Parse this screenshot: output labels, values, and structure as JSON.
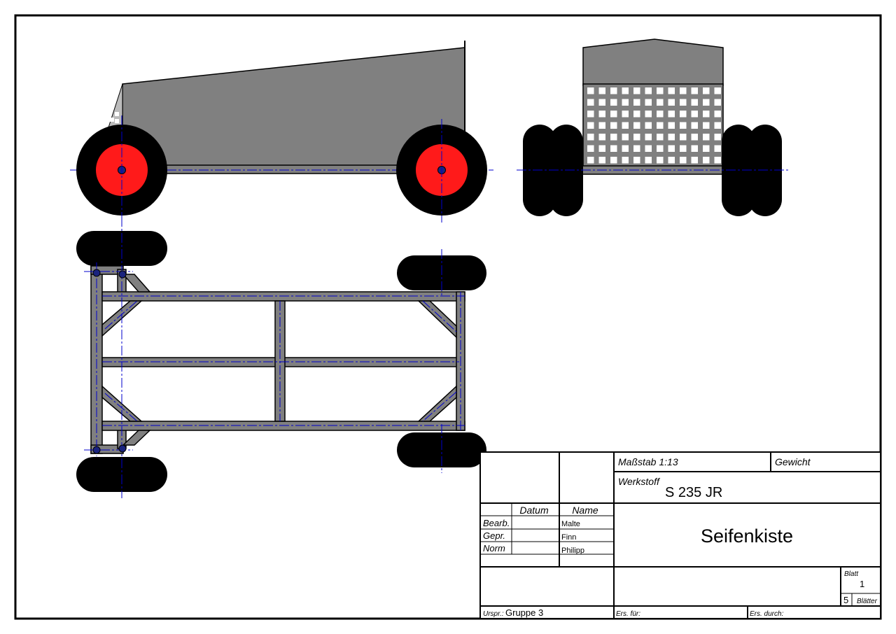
{
  "title_block": {
    "scale": "Maßstab 1:13",
    "weight_label": "Gewicht",
    "material_label": "Werkstoff",
    "material": "S 235 JR",
    "title": "Seifenkiste",
    "col_date": "Datum",
    "col_name": "Name",
    "rows": [
      {
        "role": "Bearb.",
        "name": "Malte"
      },
      {
        "role": "Gepr.",
        "name": "Finn"
      },
      {
        "role": "Norm",
        "name": "Philipp"
      }
    ],
    "sheet_label": "Blatt",
    "sheet_number": "1",
    "sheets_total": "5",
    "sheets_label": "Blätter",
    "origin_label": "Urspr.:",
    "origin": "Gruppe 3",
    "replacement_for_label": "Ers. für:",
    "replaced_by_label": "Ers. durch:"
  },
  "colors": {
    "body": "#808080",
    "tire": "#000000",
    "rim": "#ff1a1a",
    "hub": "#1a237e",
    "centerline": "#0000cc"
  }
}
